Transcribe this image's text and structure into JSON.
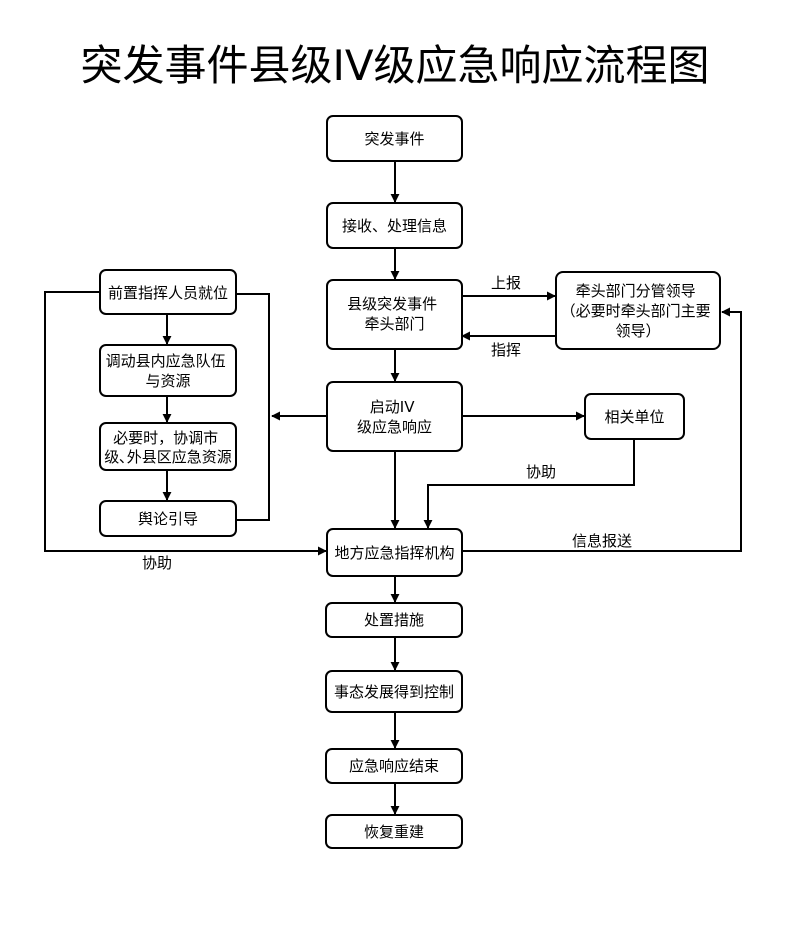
{
  "title": "突发事件县级IV级应急响应流程图",
  "nodes": {
    "event": [
      "突发事件"
    ],
    "receive": [
      "接收、处理信息"
    ],
    "lead_dept": [
      "县级突发事件",
      "牵头部门"
    ],
    "leadership": [
      "牵头部门分管领导",
      "（必要时牵头部门主要",
      "领导）"
    ],
    "activate": [
      "启动IV",
      "级应急响应"
    ],
    "related": [
      "相关单位"
    ],
    "forward_cmd": [
      "前置指挥人员就位"
    ],
    "dispatch": [
      "调动县内应急队伍",
      "与资源"
    ],
    "coordinate": [
      "必要时，协调市",
      "级､外县区应急资源"
    ],
    "opinion": [
      "舆论引导"
    ],
    "local_cmd": [
      "地方应急指挥机构"
    ],
    "measures": [
      "处置措施"
    ],
    "controlled": [
      "事态发展得到控制"
    ],
    "end": [
      "应急响应结束"
    ],
    "recovery": [
      "恢复重建"
    ]
  },
  "edge_labels": {
    "report_up": "上报",
    "command": "指挥",
    "assist_related": "协助",
    "info_report": "信息报送",
    "assist_left": "协助"
  }
}
